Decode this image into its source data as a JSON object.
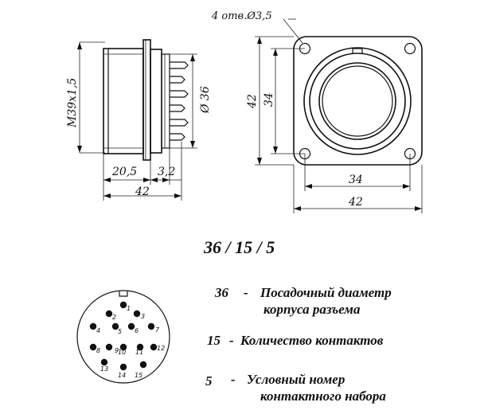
{
  "side_view": {
    "thread_label": "M39x1,5",
    "diameter_label": "Ø 36",
    "dim_flange": "20,5",
    "dim_pins": "3,2",
    "dim_total": "42"
  },
  "front_view": {
    "holes_label": "4 отв.Ø3,5",
    "height_outer": "42",
    "height_inner": "34",
    "width_inner": "34",
    "width_outer": "42"
  },
  "code": "36 / 15 / 5",
  "pin_layout": {
    "pins": [
      "1",
      "2",
      "3",
      "4",
      "5",
      "6",
      "7",
      "8",
      "9",
      "10",
      "11",
      "12",
      "13",
      "14",
      "15"
    ]
  },
  "legend": {
    "line1_num": "36",
    "line1_dash": "-",
    "line1_text_a": "Посадочный диаметр",
    "line1_text_b": "корпуса разъема",
    "line2_num": "15",
    "line2_dash": "-",
    "line2_text": "Количество контактов",
    "line3_num": "5",
    "line3_dash": "-",
    "line3_text_a": "Условный номер",
    "line3_text_b": "контактного набора"
  }
}
